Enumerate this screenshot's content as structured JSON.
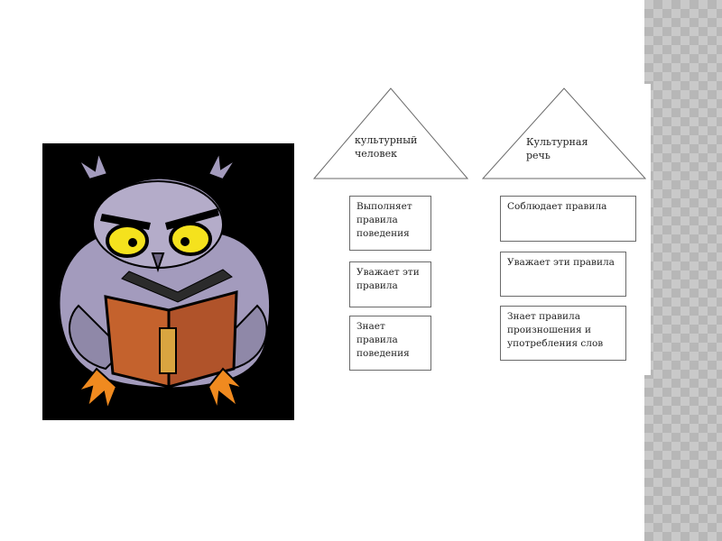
{
  "diagram": {
    "left_column": {
      "triangle_label": "культурный\nчеловек",
      "boxes": [
        "Выполняет\nправила\nповедения",
        "Уважает эти\nправила",
        "Знает\nправила\nповедения"
      ]
    },
    "right_column": {
      "triangle_label": "Культурная\nречь",
      "boxes": [
        "Соблюдает правила",
        "Уважает эти правила",
        "Знает  правила\nпроизношения и\nупотребления слов"
      ]
    }
  },
  "illustration": {
    "subject": "owl-reading-book-icon",
    "colors": {
      "background": "#000000",
      "body": "#a39bbd",
      "eyes": "#f5e21d",
      "book": "#c4622d",
      "feet": "#f08a1f"
    }
  },
  "theme": {
    "side_pattern_light": "#c9c9c9",
    "side_pattern_dark": "#b7b7b7"
  }
}
